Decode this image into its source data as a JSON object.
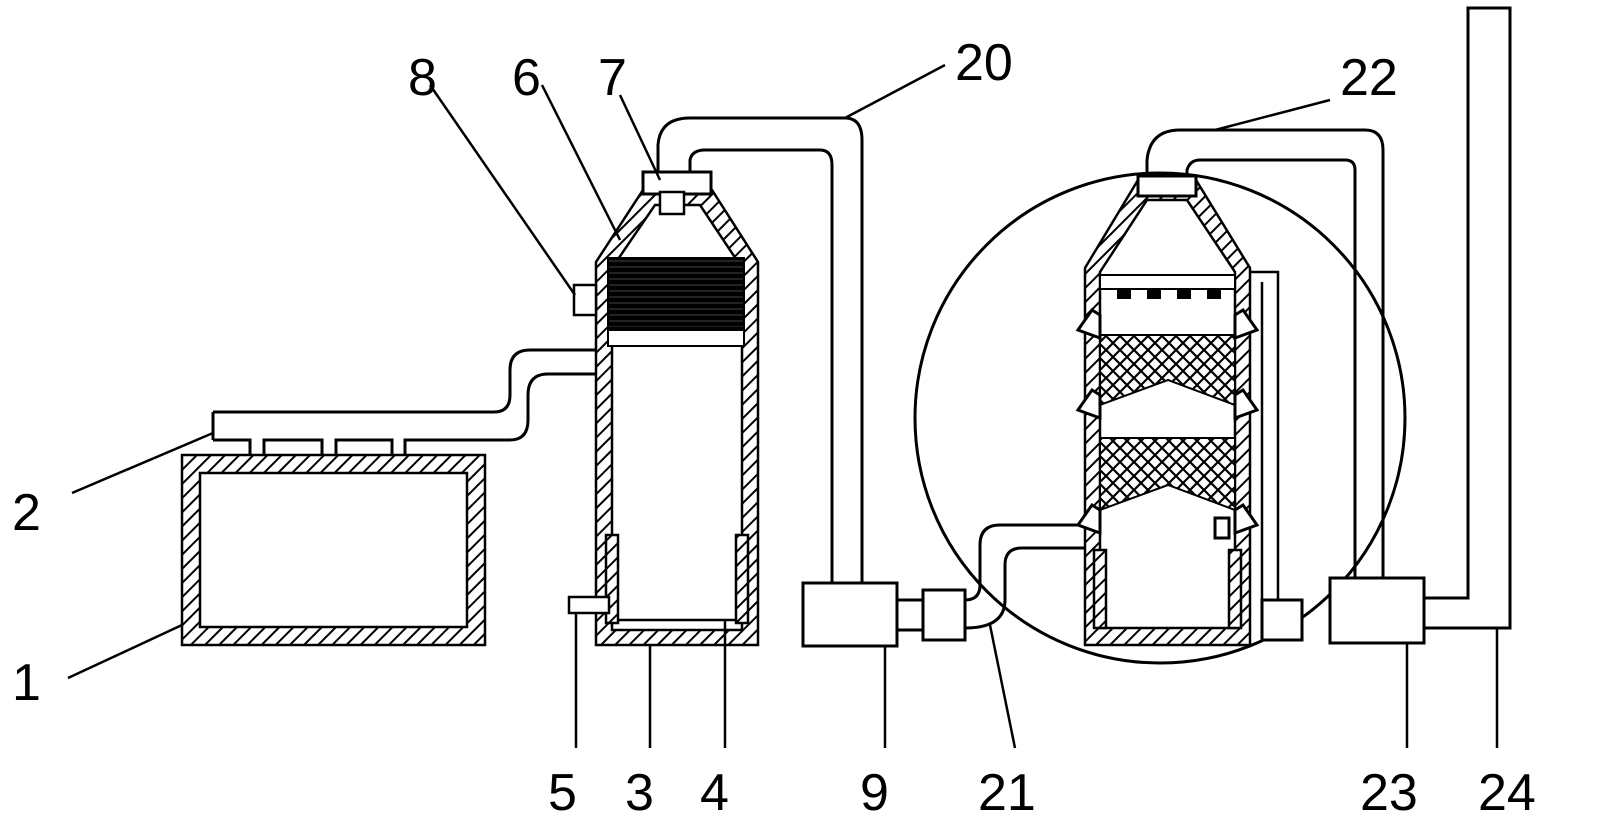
{
  "labels": {
    "n1": "1",
    "n2": "2",
    "n3": "3",
    "n4": "4",
    "n5": "5",
    "n6": "6",
    "n7": "7",
    "n8": "8",
    "n9": "9",
    "n20": "20",
    "n21": "21",
    "n22": "22",
    "n23": "23",
    "n24": "24"
  }
}
